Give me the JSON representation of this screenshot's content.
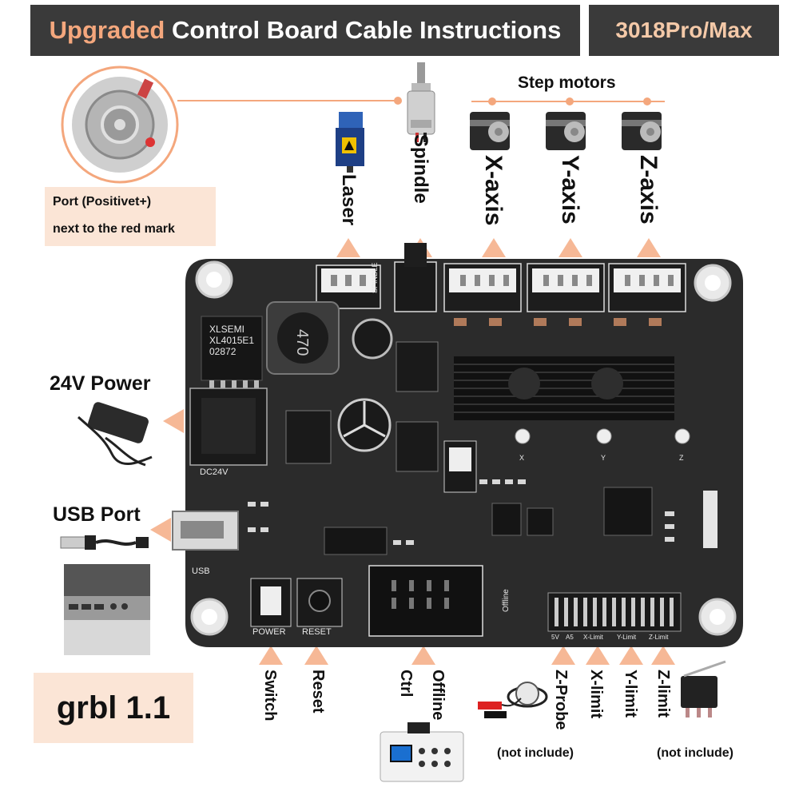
{
  "header": {
    "title_highlight": "Upgraded",
    "title_rest": "Control Board Cable Instructions",
    "model": "3018Pro/Max"
  },
  "labels": {
    "step_motors": "Step motors",
    "laser": "Laser",
    "spindle": "Spindle",
    "x_axis": "X-axis",
    "y_axis": "Y-axis",
    "z_axis": "Z-axis",
    "port_line1": "Port (Positivet+)",
    "port_line2": "next to the red mark",
    "power_24v": "24V Power",
    "usb_port": "USB Port",
    "grbl": "grbl 1.1",
    "switch": "Switch",
    "reset": "Reset",
    "ctrl": "Ctrl",
    "offline": "Offline",
    "z_probe": "Z-Probe",
    "x_limit": "X-limit",
    "y_limit": "Y-limit",
    "z_limit": "Z-limit",
    "not_include_1": "(not include)",
    "not_include_2": "(not include)"
  },
  "board": {
    "silkscreen": {
      "chip_line1": "XLSEMI",
      "chip_line2": "XL4015E1",
      "chip_line3": "02872",
      "inductor": "470",
      "dc24v": "DC24V",
      "usb": "USB",
      "power": "POWER",
      "reset": "RESET",
      "spindle": "SPINDLE",
      "offline": "Offline",
      "pins": [
        "5V",
        "A5",
        "X-Limit",
        "Y-Limit",
        "Z-Limit"
      ],
      "pot_x": "X",
      "pot_y": "Y",
      "pot_z": "Z"
    }
  },
  "colors": {
    "accent": "#f4a77d",
    "arrow": "#f6b896",
    "note_bg": "#fbe5d6",
    "header_bg": "#3a3a3a",
    "board": "#2b2b2b"
  }
}
